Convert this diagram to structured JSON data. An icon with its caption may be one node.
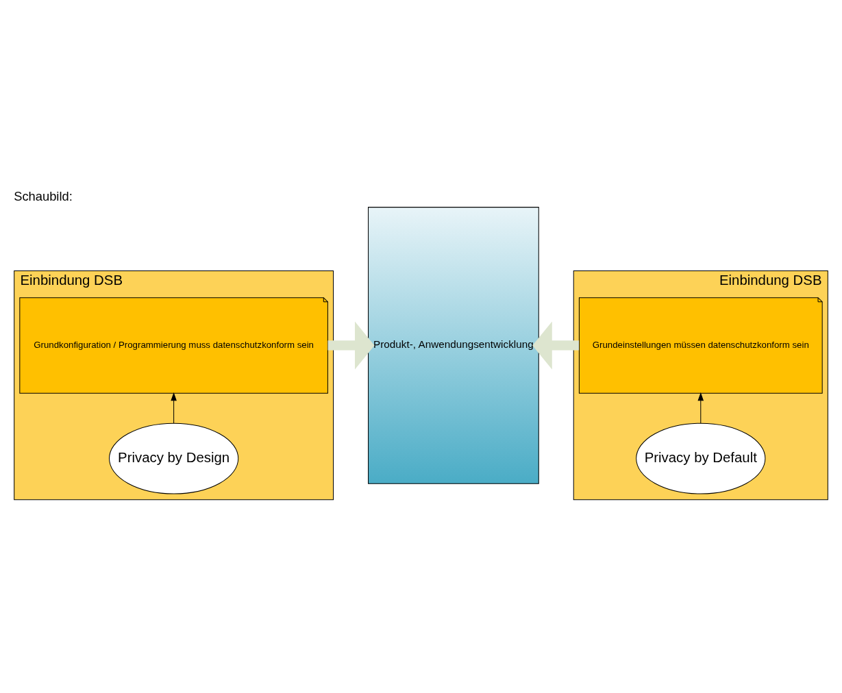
{
  "diagram": {
    "title": "Schaubild:",
    "nodes": [
      {
        "text": [
          "Einbindung DSB"
        ]
      },
      {
        "text": [
          "Privacy by Design"
        ],
        "in": 0
      },
      {
        "text": [
          "Grundkonfiguration / Programmierung muss datenschutzkonform sein"
        ],
        "in": 0
      },
      {
        "text": [
          "Produkt-, Anwendungsentwicklung"
        ]
      },
      {
        "text": [
          "Einbindung DSB"
        ]
      },
      {
        "text": [
          "Privacy by Default"
        ],
        "in": 4
      },
      {
        "text": [
          "Grundeinstellungen müssen datenschutzkonform sein"
        ],
        "in": 4
      }
    ],
    "edges": [
      {
        "from": 1,
        "to": 2,
        "arrow": "to"
      },
      {
        "from": 2,
        "to": 3,
        "arrow": "to",
        "style": "thick",
        "color": "#dde5cf"
      },
      {
        "from": 5,
        "to": 6,
        "arrow": "to"
      },
      {
        "from": 6,
        "to": 3,
        "arrow": "to",
        "style": "thick",
        "color": "#dde5cf"
      }
    ]
  }
}
